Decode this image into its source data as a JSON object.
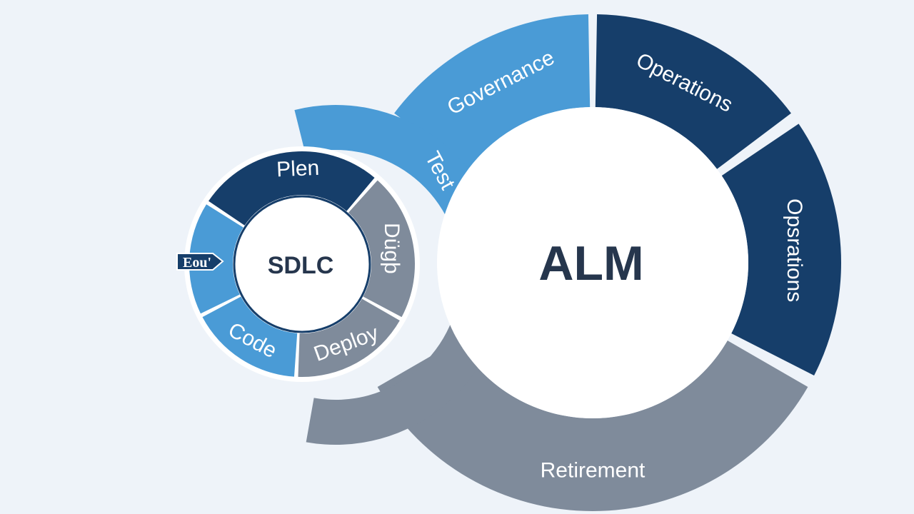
{
  "colors": {
    "background": "#eef3f9",
    "navy": "#163e6a",
    "light_blue": "#4a9bd6",
    "gray": "#7f8b9b",
    "center_fill": "#ffffff",
    "center_text": "#26364d"
  },
  "alm": {
    "center_label": "ALM",
    "segments": [
      {
        "label": "Governance",
        "color": "light_blue"
      },
      {
        "label": "Operations",
        "color": "navy"
      },
      {
        "label": "Opsrations",
        "color": "navy"
      },
      {
        "label": "Retirement",
        "color": "gray"
      }
    ]
  },
  "bridge": {
    "segments": [
      {
        "label": "Test",
        "color": "light_blue"
      },
      {
        "label": "",
        "color": "gray"
      }
    ]
  },
  "sdlc": {
    "center_label": "SDLC",
    "segments": [
      {
        "label": "Plen",
        "color": "navy"
      },
      {
        "label": "Dügþ",
        "color": "gray"
      },
      {
        "label": "Deploy",
        "color": "gray"
      },
      {
        "label": "Code",
        "color": "light_blue"
      },
      {
        "label": "",
        "color": "light_blue"
      }
    ],
    "tag_label": "Eou'"
  }
}
